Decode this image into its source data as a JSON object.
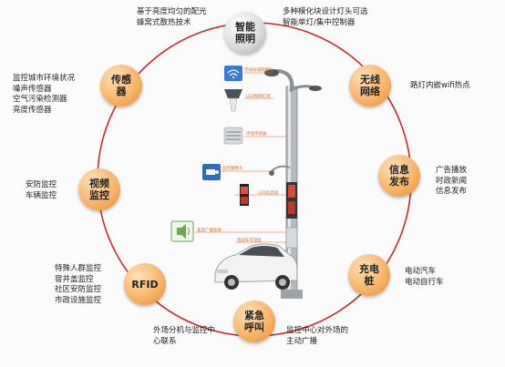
{
  "colors": {
    "ring": "#c72b2b",
    "node": "#f4a460",
    "center_node": "#d8d8d8",
    "pole": "#8a8f95"
  },
  "nodes": {
    "smart_lighting": {
      "label": "智能\n照明",
      "desc": "基于亮度均匀的配光\n蜂窝式散热技术"
    },
    "smart_lighting_extra": {
      "desc": "多种模化块设计灯头可选\n智能单灯/集中控制器"
    },
    "wireless": {
      "label": "无线\n网络",
      "desc": "路灯内嵌wifi热点"
    },
    "info": {
      "label": "信息\n发布",
      "desc": "广告播放\n时政新闻\n信息发布"
    },
    "charging": {
      "label": "充电\n桩",
      "desc": "电动汽车\n电动自行车"
    },
    "emergency": {
      "label": "紧急\n呼叫",
      "desc_left": "外场分机与监控中\n心联系",
      "desc_right": "监控中心对外场的\n主动广播"
    },
    "rfid": {
      "label": "RFID",
      "desc": "特殊人群监控\n窨井盖监控\n社区安防监控\n市政设施监控"
    },
    "video": {
      "label": "视频\n监控",
      "desc": "安防监控\n车辆监控"
    },
    "sensor": {
      "label": "传感\n器",
      "desc": "监控城市环境状况\n噪声传感器\n空气污染检测器\n亮度传感器"
    }
  },
  "pole_labels": {
    "wifi": "无线局域网模块",
    "lamp": "LED照明灯具",
    "sensor": "环境传感器",
    "camera": "监控摄像头",
    "screen": "LED信息屏",
    "speaker": "紧急广播系统",
    "charger": "电动车充电桩"
  },
  "icons": [
    "wifi-icon",
    "lamp-head-icon",
    "sensor-icon",
    "camera-icon",
    "led-screen-icon",
    "speaker-icon",
    "car-icon",
    "street-lamp-pole"
  ]
}
